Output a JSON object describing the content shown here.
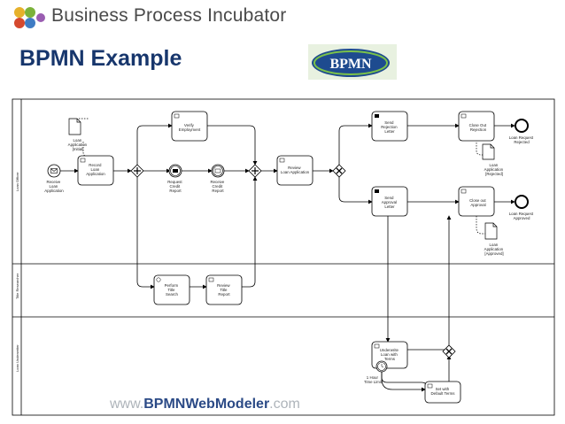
{
  "header": {
    "brand_text": "Business Process Incubator",
    "logo_text": "BPMN"
  },
  "slide": {
    "title": "BPMN Example"
  },
  "footer": {
    "url_prefix": "www.",
    "url_main": "BPMNWebModeler",
    "url_suffix": ".com"
  },
  "lanes": [
    {
      "label": "Loan Officer"
    },
    {
      "label": "Title Researcher"
    },
    {
      "label": "Loan Underwriter"
    }
  ],
  "events": {
    "start_label": [
      "Receive",
      "Loan",
      "Application"
    ],
    "end_rejected_label": [
      "Loan Request",
      "Rejected"
    ],
    "end_approved_label": [
      "Loan Request",
      "Approved"
    ],
    "timer_label": [
      "1 Hour",
      "Time Limit"
    ]
  },
  "tasks": {
    "record": [
      "Record",
      "Loan",
      "Application"
    ],
    "verify": [
      "Verify",
      "Employment"
    ],
    "request_credit": [
      "Request",
      "Credit",
      "Report"
    ],
    "receive_credit": [
      "Receive",
      "Credit",
      "Report"
    ],
    "review": [
      "Review",
      "Loan Application"
    ],
    "send_rejection": [
      "Send",
      "Rejection",
      "Letter"
    ],
    "send_approval": [
      "Send",
      "Approval",
      "Letter"
    ],
    "close_rejection": [
      "Close Out",
      "Rejection"
    ],
    "close_approval": [
      "Close out",
      "Approval"
    ],
    "title_search": [
      "Perform",
      "Title",
      "Search"
    ],
    "review_title": [
      "Review",
      "Title",
      "Report"
    ],
    "underwrite": [
      "Underwrite",
      "Loan with",
      "Terms"
    ],
    "default_terms": [
      "Set with",
      "Default Terms"
    ]
  },
  "data_objects": {
    "initial": [
      "Loan",
      "Application",
      "[Initial]"
    ],
    "rejected": [
      "Loan",
      "Application",
      "[Rejected]"
    ],
    "approved": [
      "Loan",
      "Application",
      "[Approved]"
    ]
  }
}
